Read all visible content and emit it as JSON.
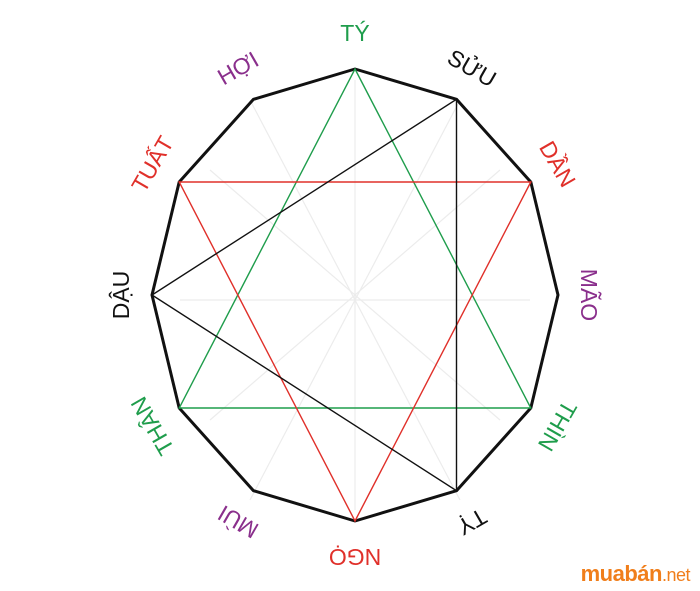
{
  "diagram": {
    "signs": [
      {
        "id": "ty",
        "label": "TÝ",
        "color": "#1f9d4c"
      },
      {
        "id": "suu",
        "label": "SỬU",
        "color": "#111111"
      },
      {
        "id": "dan",
        "label": "DẦN",
        "color": "#e0302a"
      },
      {
        "id": "mao",
        "label": "MÃO",
        "color": "#8a2f8c"
      },
      {
        "id": "thin",
        "label": "THÌN",
        "color": "#1f9d4c"
      },
      {
        "id": "ti",
        "label": "TỴ",
        "color": "#111111"
      },
      {
        "id": "ngo",
        "label": "NGỌ",
        "color": "#e0302a"
      },
      {
        "id": "mui",
        "label": "MÙI",
        "color": "#8a2f8c"
      },
      {
        "id": "than",
        "label": "THÂN",
        "color": "#1f9d4c"
      },
      {
        "id": "dau",
        "label": "DẬU",
        "color": "#111111"
      },
      {
        "id": "tuat",
        "label": "TUẤT",
        "color": "#e0302a"
      },
      {
        "id": "hoi",
        "label": "HỢI",
        "color": "#8a2f8c"
      }
    ],
    "triangles": [
      {
        "name": "green-triangle",
        "vertices": [
          "ty",
          "thin",
          "than"
        ],
        "color": "#1f9d4c"
      },
      {
        "name": "red-triangle",
        "vertices": [
          "dan",
          "ngo",
          "tuat"
        ],
        "color": "#e0302a"
      },
      {
        "name": "black-triangle",
        "vertices": [
          "suu",
          "ti",
          "dau"
        ],
        "color": "#111111"
      }
    ],
    "outline_color": "#111111"
  },
  "watermark": {
    "brand": "muabán",
    "tld": ".net"
  }
}
